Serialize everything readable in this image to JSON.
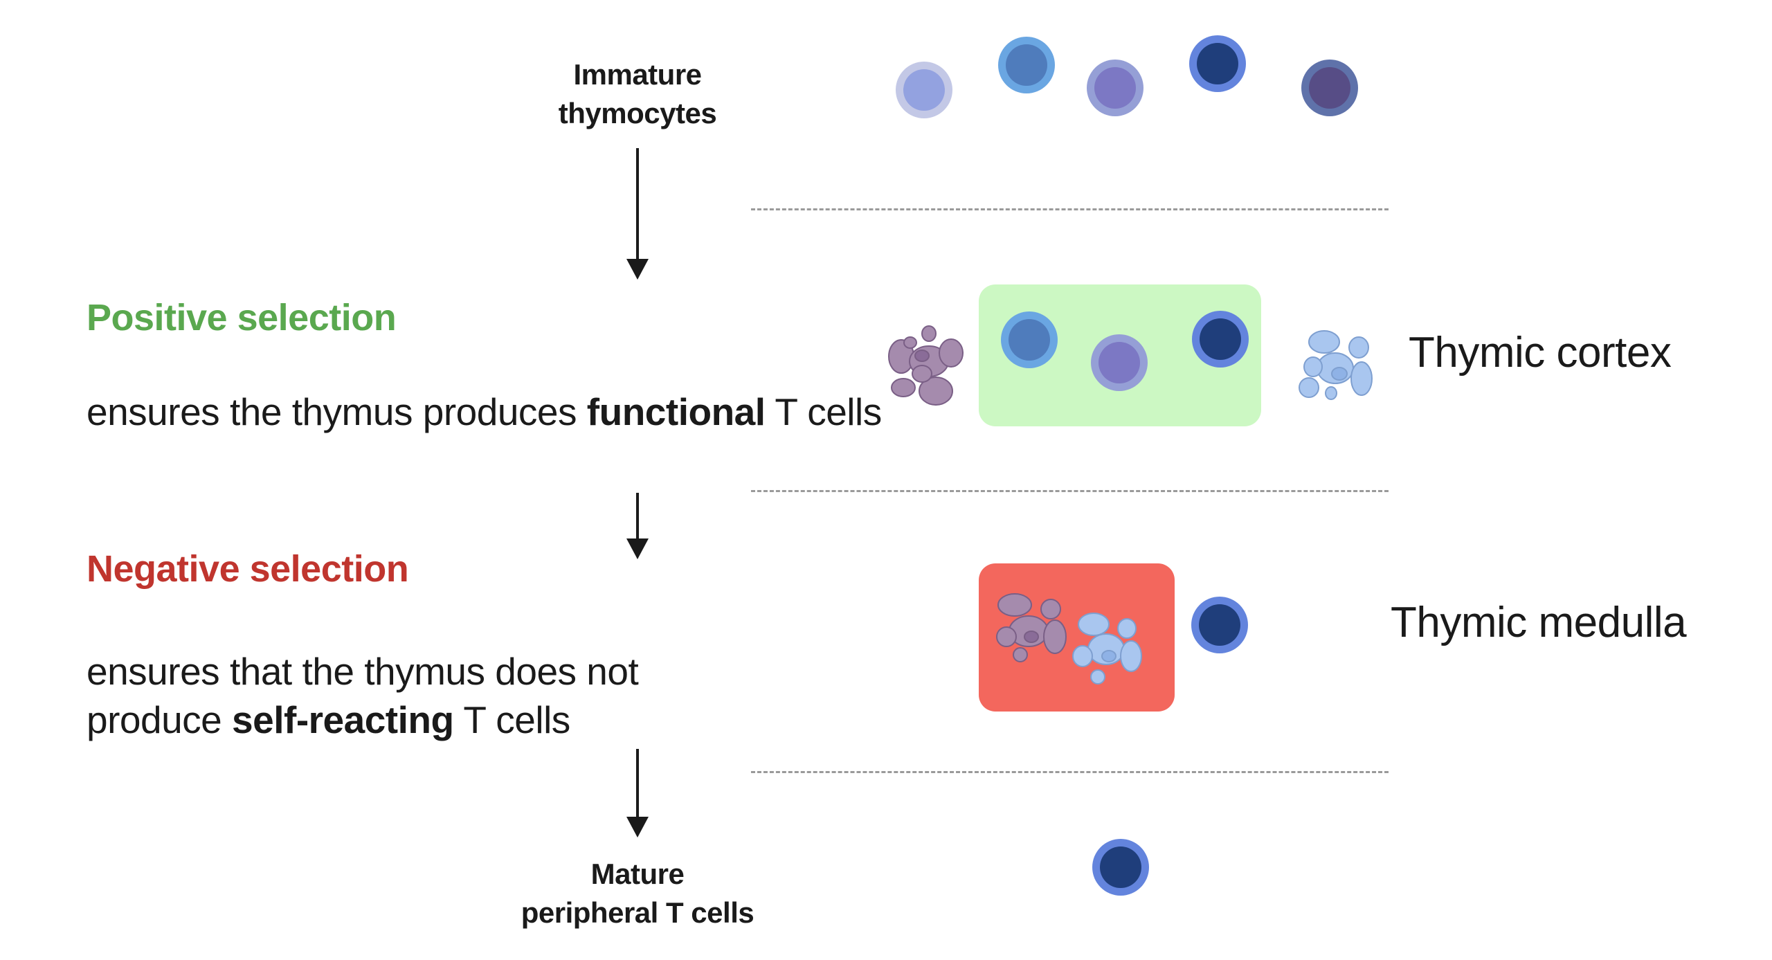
{
  "stages": {
    "start": {
      "line1": "Immature",
      "line2": "thymocytes"
    },
    "end": {
      "line1": "Mature",
      "line2": "peripheral T cells"
    }
  },
  "positive_selection": {
    "heading": "Positive selection",
    "color": "#5aa84f",
    "text_before": "ensures the thymus produces ",
    "text_bold": "functional",
    "text_after": " T cells"
  },
  "negative_selection": {
    "heading": "Negative selection",
    "color": "#c0352e",
    "text_before": "ensures that the thymus does not produce ",
    "text_bold": "self-reacting",
    "text_after": " T cells"
  },
  "zones": {
    "cortex": {
      "label": "Thymic cortex",
      "box_color": "#ccf8c3"
    },
    "medulla": {
      "label": "Thymic medulla",
      "box_color": "#f3675d"
    }
  },
  "cell_colors": {
    "light_periwinkle": {
      "ring": "#c3c8e6",
      "nucleus": "#93a2e0"
    },
    "sky_blue": {
      "ring": "#6aa6e2",
      "nucleus": "#4f7cbc"
    },
    "lavender": {
      "ring": "#959fd6",
      "nucleus": "#7c78c4"
    },
    "navy": {
      "ring": "#6384dd",
      "nucleus": "#1f3e7b"
    },
    "plum": {
      "ring": "#5f72aa",
      "nucleus": "#574d86"
    },
    "stroma_purple": "#a58bad",
    "stroma_blue": "#a9c6ef"
  }
}
